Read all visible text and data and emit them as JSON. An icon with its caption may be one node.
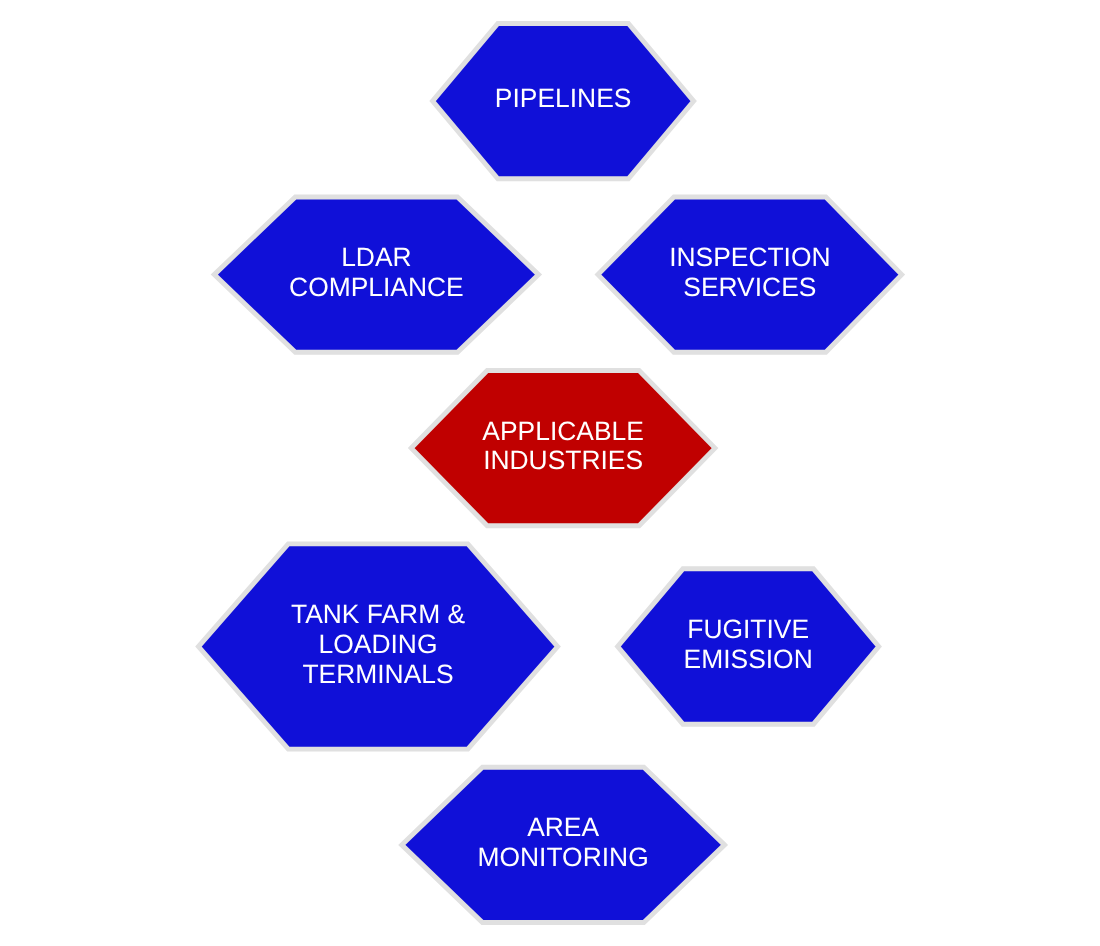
{
  "diagram": {
    "nodes": [
      {
        "text": [
          "PIPELINES"
        ]
      },
      {
        "text": [
          "LDAR COMPLIANCE"
        ]
      },
      {
        "text": [
          "INSPECTION SERVICES"
        ]
      },
      {
        "text": [
          "APPLICABLE INDUSTRIES"
        ]
      },
      {
        "text": [
          "TANK FARM & LOADING TERMINALS"
        ]
      },
      {
        "text": [
          "FUGITIVE EMISSION"
        ]
      },
      {
        "text": [
          "AREA MONITORING"
        ]
      }
    ]
  }
}
